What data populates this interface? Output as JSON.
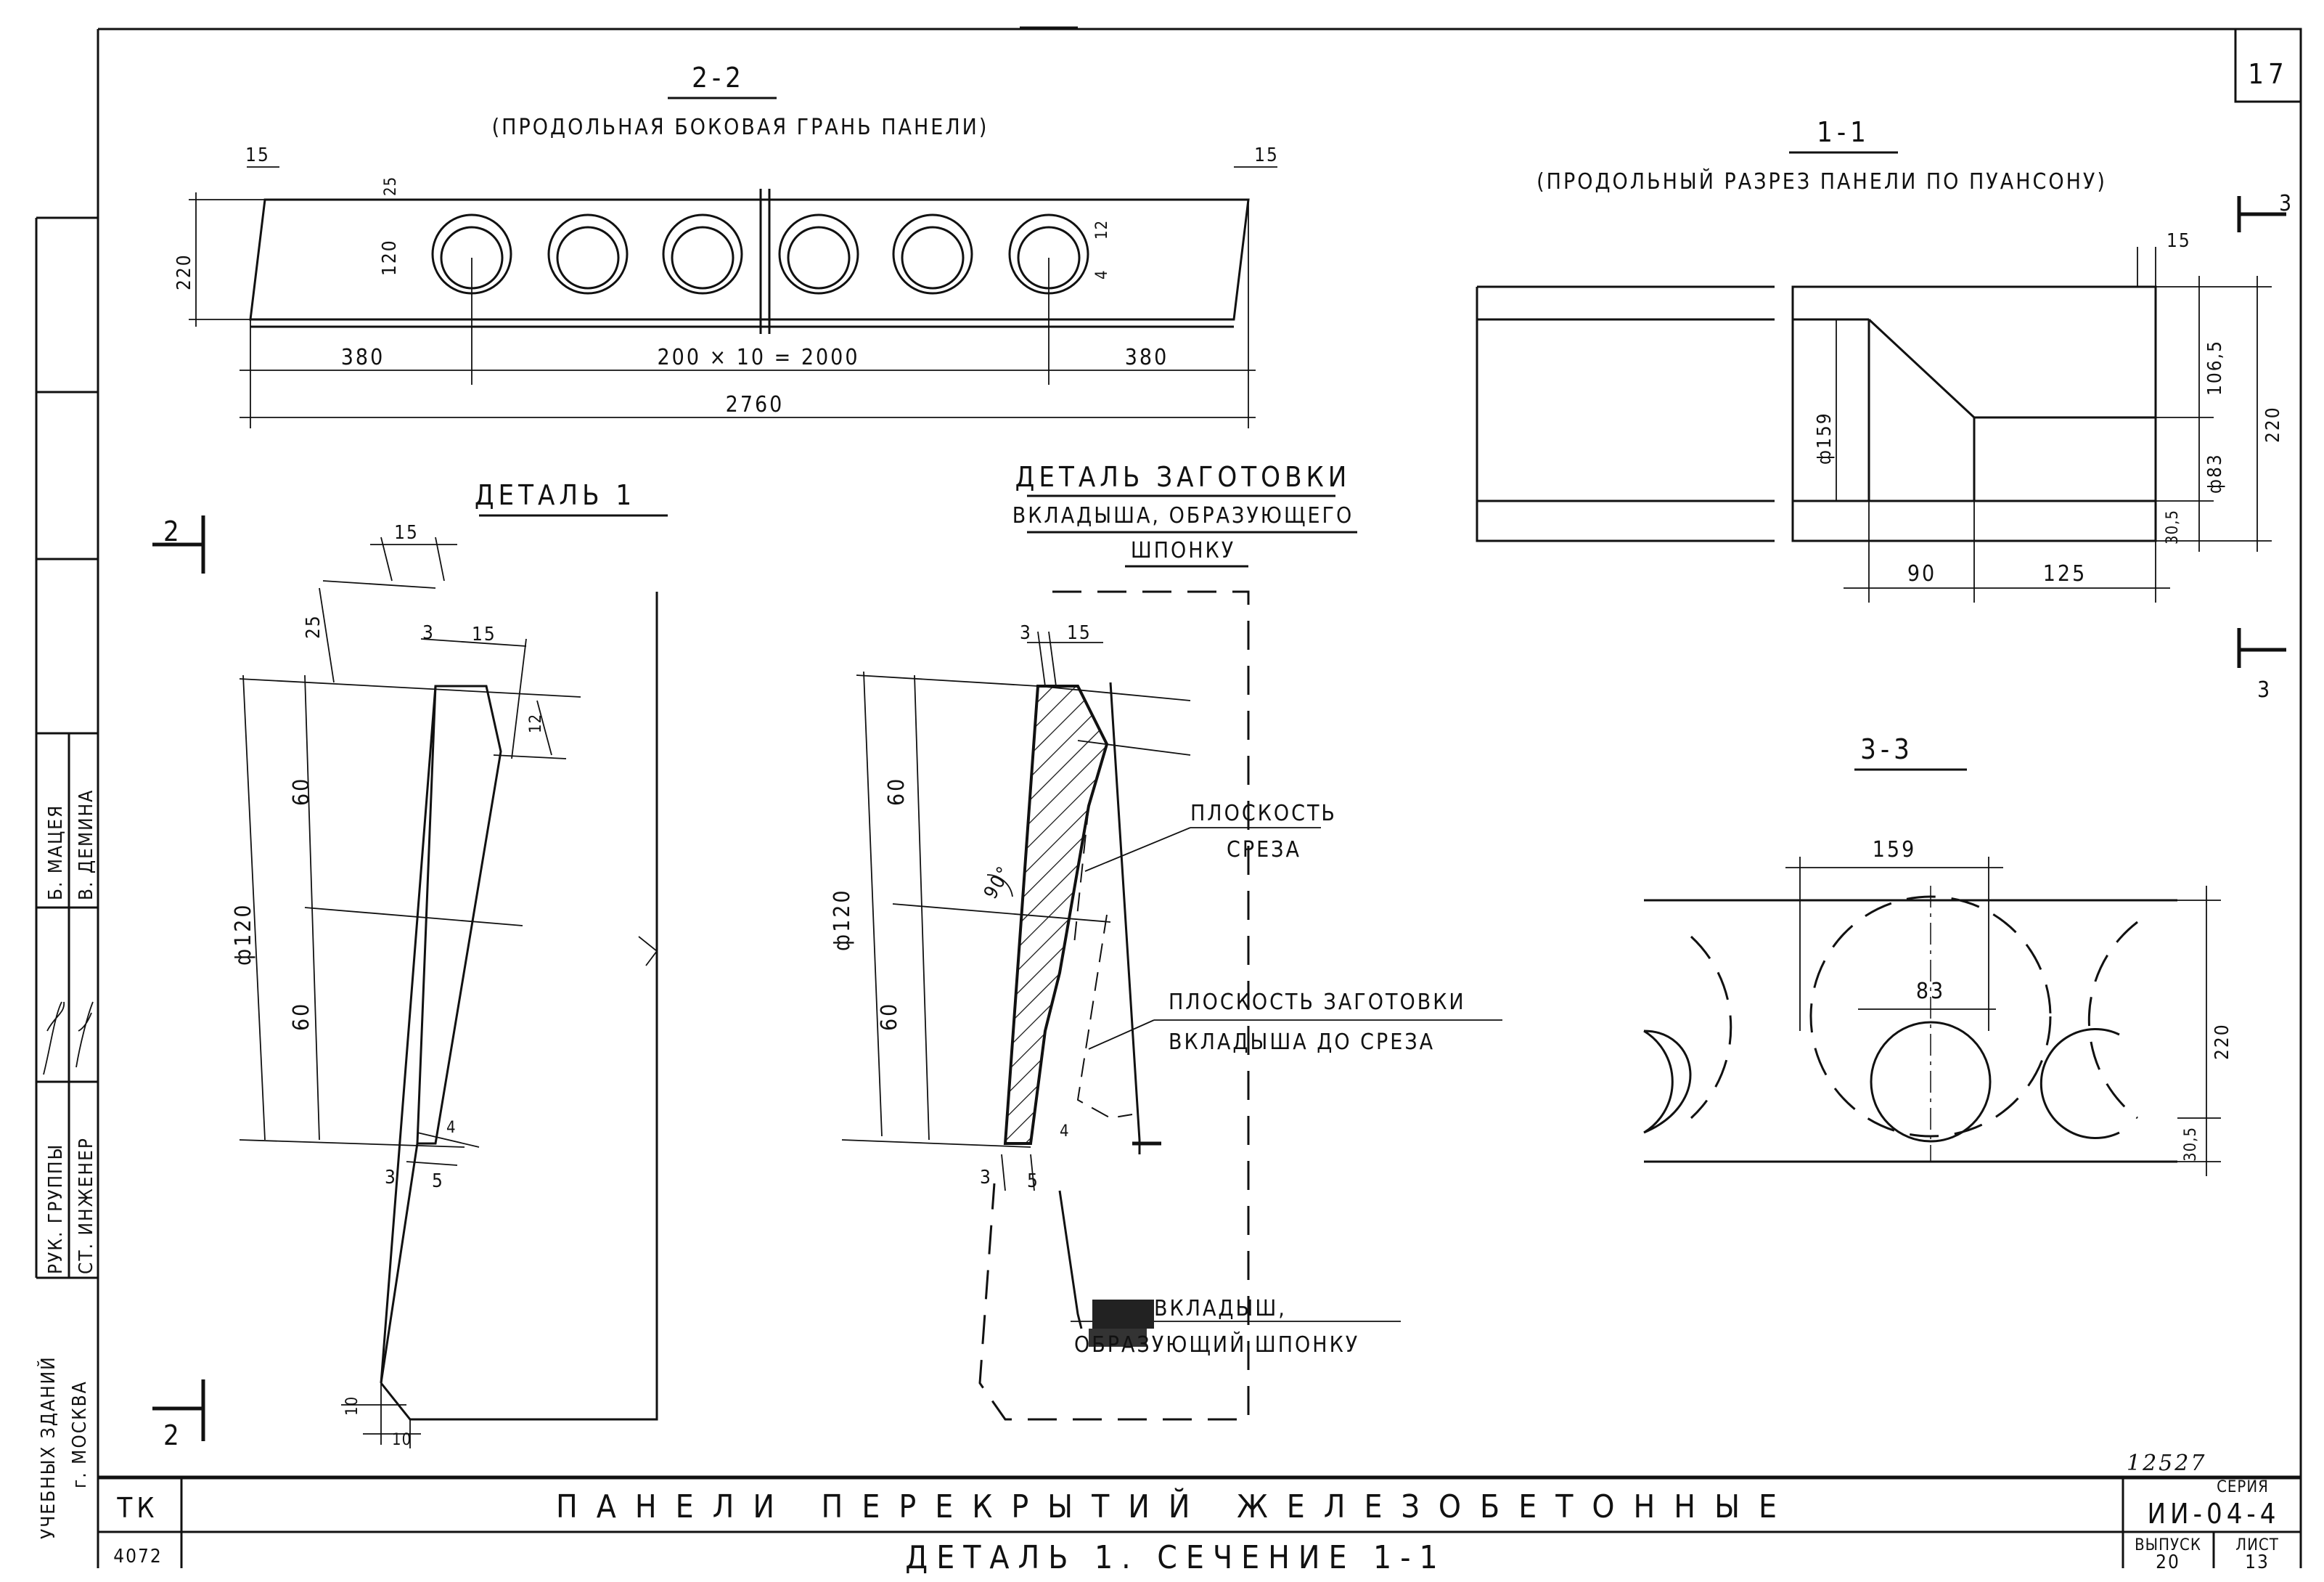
{
  "sheet_number": "17",
  "sections": {
    "s22": {
      "title": "2-2",
      "subtitle": "(ПРОДОЛЬНАЯ БОКОВАЯ ГРАНЬ ПАНЕЛИ)",
      "dims": {
        "top_left": "15",
        "top_right": "15",
        "d25": "25",
        "d220": "220",
        "d120": "120",
        "d12": "12",
        "d4": "4",
        "left": "380",
        "middle": "200 × 10 = 2000",
        "right": "380",
        "total": "2760"
      }
    },
    "s11": {
      "title": "1-1",
      "subtitle": "(ПРОДОЛЬНЫЙ РАЗРЕЗ ПАНЕЛИ ПО ПУАНСОНУ)",
      "dims": {
        "d15": "15",
        "d1065": "106,5",
        "d220": "220",
        "d83": "ф83",
        "d305": "30,5",
        "d159": "ф159",
        "d90": "90",
        "d125": "125"
      }
    },
    "s33": {
      "title": "3-3",
      "dims": {
        "d159": "159",
        "d83": "83",
        "d220": "220",
        "d305": "30,5"
      }
    },
    "cut_mark": "3",
    "section_mark": "2"
  },
  "detail1": {
    "title": "ДЕТАЛЬ 1",
    "dims": {
      "d15": "15",
      "d25": "25",
      "d3": "3",
      "d15b": "15",
      "d12": "12",
      "d60a": "60",
      "d120": "ф120",
      "d60b": "60",
      "d4": "4",
      "d3b": "3",
      "d5": "5",
      "d10a": "10",
      "d10b": "10"
    }
  },
  "detail_blank": {
    "title_line1": "ДЕТАЛЬ ЗАГОТОВКИ",
    "title_line2": "ВКЛАДЫША, ОБРАЗУЮЩЕГО",
    "title_line3": "ШПОНКУ",
    "dims": {
      "d3": "3",
      "d15": "15",
      "d60a": "60",
      "d120": "ф120",
      "d60b": "60",
      "d90": "90°",
      "d4": "4",
      "d3b": "3",
      "d5": "5"
    },
    "note1_line1": "ПЛОСКОСТЬ",
    "note1_line2": "СРЕЗА",
    "note2_line1": "ПЛОСКОСТЬ ЗАГОТОВКИ",
    "note2_line2": "ВКЛАДЫША ДО СРЕЗА",
    "note3_line1": "ВКЛАДЫШ,",
    "note3_line2": "ОБРАЗУЮЩИЙ ШПОНКУ"
  },
  "side_stamp": {
    "role1": "РУК. ГРУППЫ",
    "role2": "СТ. ИНЖЕНЕР",
    "name1": "Б. МАЦЕЯ",
    "name2": "В. ДЕМИНА",
    "org1": "УЧЕБНЫХ ЗДАНИЙ",
    "org2": "г. МОСКВА"
  },
  "title_block": {
    "org": "ТК",
    "code": "4072",
    "title": "ПАНЕЛИ ПЕРЕКРЫТИЙ ЖЕЛЕЗОБЕТОННЫЕ",
    "subtitle": "ДЕТАЛЬ 1. СЕЧЕНИЕ 1-1",
    "number": "12527",
    "series_label": "СЕРИЯ",
    "series_value": "ИИ-04-4",
    "issue_label": "ВЫПУСК",
    "issue_value": "20",
    "sheet_label": "ЛИСТ",
    "sheet_value": "13"
  }
}
